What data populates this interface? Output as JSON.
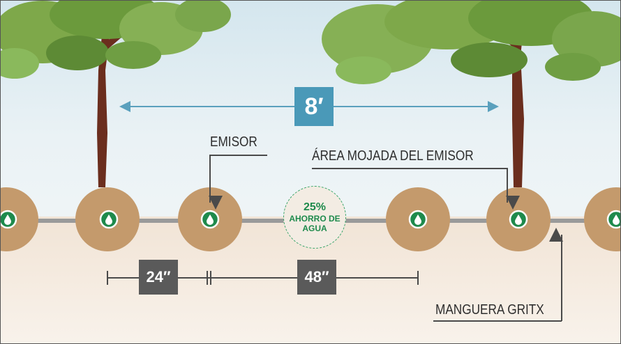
{
  "spacing": {
    "tree": "8′",
    "emitter": "24″",
    "section": "48″"
  },
  "labels": {
    "emitter": "EMISOR",
    "wet_area": "ÁREA MOJADA DEL EMISOR",
    "hose": "MANGUERA GRITX"
  },
  "savings": {
    "percent": "25%",
    "line1": "AHORRO DE",
    "line2": "AGUA"
  },
  "colors": {
    "wet_circle": "#c49a6c",
    "emitter_badge": "#1e8a4c",
    "dimension_box": "#5a5a5a",
    "tree_spacing_box": "#4a99b8",
    "hose": "#9a9a9a"
  },
  "icons": [
    "water-drop-icon",
    "tree-icon"
  ]
}
